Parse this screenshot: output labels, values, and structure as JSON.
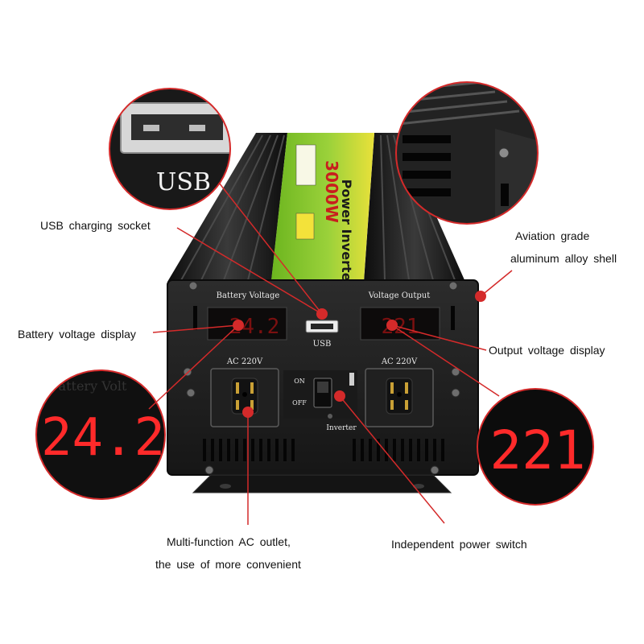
{
  "callouts": {
    "usb_socket": "USB  charging  socket",
    "battery_display": "Battery  voltage  display",
    "aviation_line1": "Aviation  grade",
    "aviation_line2": "aluminum  alloy  shell",
    "output_display": "Output  voltage  display",
    "ac_outlet_line1": "Multi-function  AC  outlet,",
    "ac_outlet_line2": "the  use  of  more  convenient",
    "power_switch": "Independent  power  switch"
  },
  "device": {
    "label_power": "3000W",
    "label_title": "Power Inverter",
    "battery_panel_title": "Battery Voltage",
    "output_panel_title": "Voltage Output",
    "usb_label": "USB",
    "ac_left_label": "AC 220V",
    "ac_right_label": "AC 220V",
    "switch_on": "ON",
    "switch_off": "OFF",
    "switch_label": "Inverter"
  },
  "zoom": {
    "usb_text": "USB",
    "battery_reading": "24.2",
    "battery_faded_text": "attery Volt",
    "output_reading": "221"
  },
  "colors": {
    "leader_line": "#d42a2a",
    "led_red": "#ff2a2a",
    "body_dark": "#1e1e1e",
    "label_green": "#7fc12a",
    "label_yellow": "#f3e23a"
  }
}
